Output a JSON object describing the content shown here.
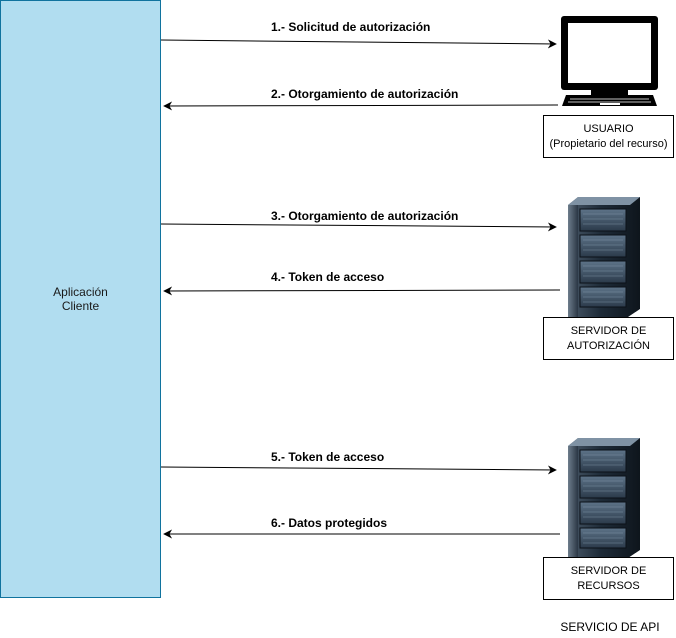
{
  "client": {
    "label": "Aplicación\nCliente"
  },
  "usuario": {
    "label": "USUARIO\n(Propietario del recurso)"
  },
  "auth_server": {
    "label": "SERVIDOR DE\nAUTORIZACIÓN"
  },
  "resource_server": {
    "label": "SERVIDOR DE\nRECURSOS"
  },
  "api_service": {
    "label": "SERVICIO DE API"
  },
  "icons": {
    "usuario": "computer-monitor-icon",
    "auth_server": "server-rack-icon",
    "resource_server": "server-rack-icon"
  },
  "colors": {
    "client_fill": "#b1ddf0",
    "client_stroke": "#10739e"
  },
  "arrows": [
    {
      "label": "1.- Solicitud de autorización"
    },
    {
      "label": "2.- Otorgamiento de autorización"
    },
    {
      "label": "3.- Otorgamiento de autorización"
    },
    {
      "label": "4.- Token de acceso"
    },
    {
      "label": "5.- Token de acceso"
    },
    {
      "label": "6.- Datos protegidos"
    }
  ]
}
